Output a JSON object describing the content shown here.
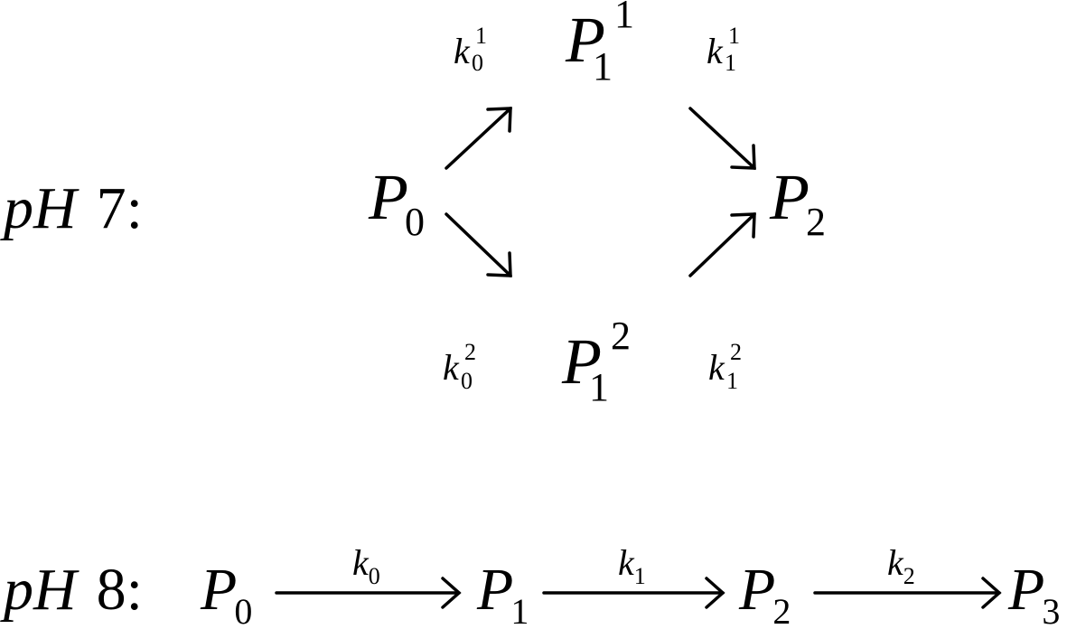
{
  "ph7": {
    "label_italic": "pH",
    "label_rest": "7:",
    "start": {
      "symbol": "P",
      "sub": "0"
    },
    "upper": {
      "symbol": "P",
      "sub": "1",
      "sup": "1"
    },
    "lower": {
      "symbol": "P",
      "sub": "1",
      "sup": "2"
    },
    "end": {
      "symbol": "P",
      "sub": "2"
    },
    "rates": {
      "k01": {
        "symbol": "k",
        "sub": "0",
        "sup": "1"
      },
      "k11": {
        "symbol": "k",
        "sub": "1",
        "sup": "1"
      },
      "k02": {
        "symbol": "k",
        "sub": "0",
        "sup": "2"
      },
      "k12": {
        "symbol": "k",
        "sub": "1",
        "sup": "2"
      }
    }
  },
  "ph8": {
    "label_italic": "pH",
    "label_rest": "8:",
    "species": [
      {
        "symbol": "P",
        "sub": "0"
      },
      {
        "symbol": "P",
        "sub": "1"
      },
      {
        "symbol": "P",
        "sub": "2"
      },
      {
        "symbol": "P",
        "sub": "3"
      }
    ],
    "rates": [
      {
        "symbol": "k",
        "sub": "0"
      },
      {
        "symbol": "k",
        "sub": "1"
      },
      {
        "symbol": "k",
        "sub": "2"
      }
    ]
  },
  "colors": {
    "ink": "#000000",
    "background": "#ffffff"
  }
}
